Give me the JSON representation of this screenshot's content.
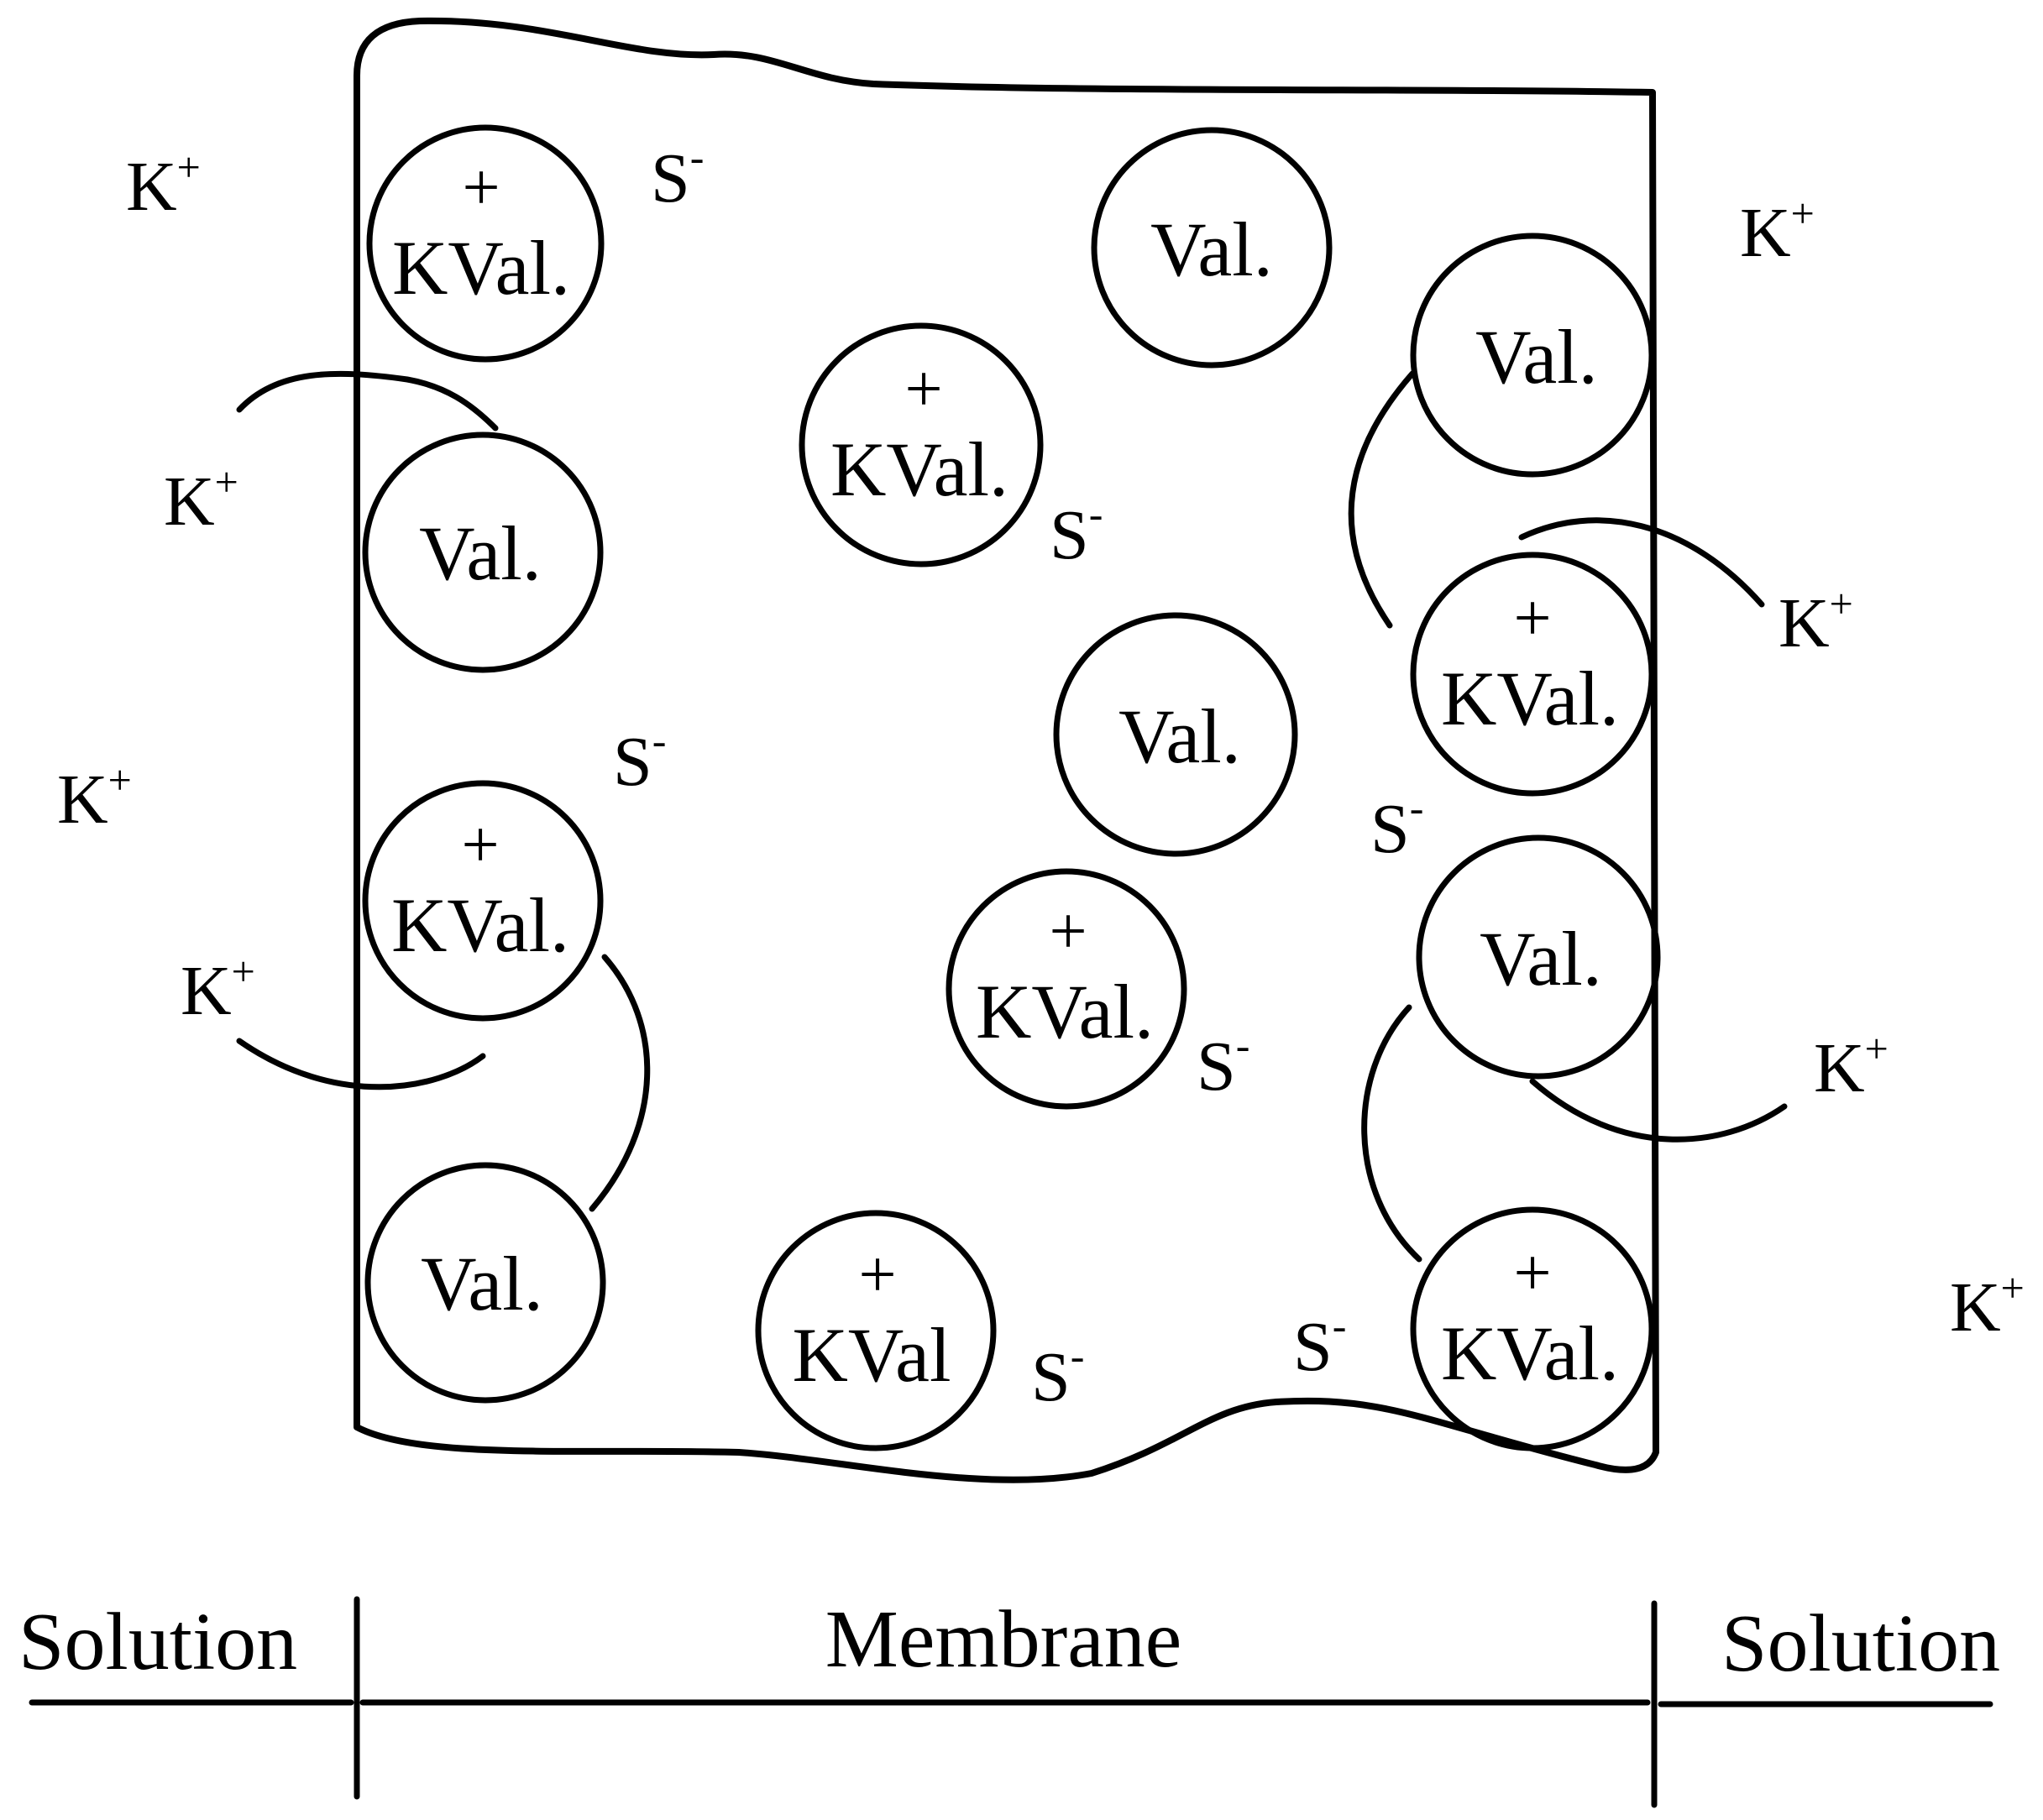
{
  "colors": {
    "ink": "#000000",
    "background": "#ffffff"
  },
  "labels": {
    "complex": "KVal.",
    "complex_no_period": "KVal",
    "free_carrier": "Val.",
    "charge_plus": "+",
    "cation": "K",
    "anion": "S",
    "plus_sup": "+",
    "minus_sup": "-"
  },
  "regions": {
    "left_solution": "Solution",
    "membrane": "Membrane",
    "right_solution": "Solution"
  }
}
